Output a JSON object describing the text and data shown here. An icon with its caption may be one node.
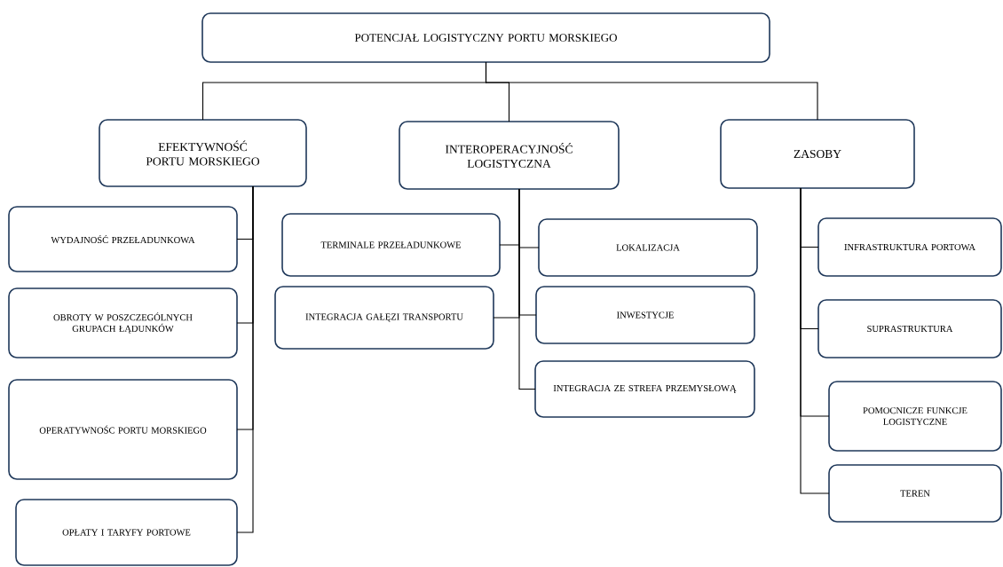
{
  "diagram": {
    "nodes": [
      {
        "text": [
          "POTENCJAŁ LOGISTYCZNY PORTU MORSKIEGO"
        ]
      },
      {
        "text": [
          "EFEKTYWNOŚĆ PORTU MORSKIEGO"
        ]
      },
      {
        "text": [
          "INTEROPERACYJNOŚĆ LOGISTYCZNA"
        ]
      },
      {
        "text": [
          "ZASOBY"
        ]
      },
      {
        "text": [
          "WYDAJNOŚĆ PRZEŁADUNKOWA"
        ]
      },
      {
        "text": [
          "OBROTY W POSZCZEGÓLNYCH GRUPACH ŁĄDUNKÓW"
        ]
      },
      {
        "text": [
          "OPERATYWNOŚC PORTU MORSKIEGO"
        ]
      },
      {
        "text": [
          "OPŁATY I TARYFY PORTOWE"
        ]
      },
      {
        "text": [
          "TERMINALE PRZEŁADUNKOWE"
        ]
      },
      {
        "text": [
          "INTEGRACJA GAŁĘZI TRANSPORTU"
        ]
      },
      {
        "text": [
          "LOKALIZACJA"
        ]
      },
      {
        "text": [
          "INWESTYCJE"
        ]
      },
      {
        "text": [
          "INTEGRACJA ZE STREFA PRZEMYSŁOWĄ"
        ]
      },
      {
        "text": [
          "INFRASTRUKTURA PORTOWA"
        ]
      },
      {
        "text": [
          "SUPRASTRUKTURA"
        ]
      },
      {
        "text": [
          "POMOCNICZE FUNKCJE LOGISTYCZNE"
        ]
      },
      {
        "text": [
          "TEREN"
        ]
      }
    ],
    "edges": [
      {
        "from": 0,
        "to": 1,
        "arrow": "none"
      },
      {
        "from": 0,
        "to": 2,
        "arrow": "none"
      },
      {
        "from": 0,
        "to": 3,
        "arrow": "none"
      },
      {
        "from": 1,
        "to": 4,
        "arrow": "none"
      },
      {
        "from": 1,
        "to": 5,
        "arrow": "none"
      },
      {
        "from": 1,
        "to": 6,
        "arrow": "none"
      },
      {
        "from": 1,
        "to": 7,
        "arrow": "none"
      },
      {
        "from": 2,
        "to": 8,
        "arrow": "none"
      },
      {
        "from": 2,
        "to": 9,
        "arrow": "none"
      },
      {
        "from": 2,
        "to": 10,
        "arrow": "none"
      },
      {
        "from": 2,
        "to": 11,
        "arrow": "none"
      },
      {
        "from": 2,
        "to": 12,
        "arrow": "none"
      },
      {
        "from": 3,
        "to": 13,
        "arrow": "none"
      },
      {
        "from": 3,
        "to": 14,
        "arrow": "none"
      },
      {
        "from": 3,
        "to": 15,
        "arrow": "none"
      },
      {
        "from": 3,
        "to": 16,
        "arrow": "none"
      }
    ]
  }
}
